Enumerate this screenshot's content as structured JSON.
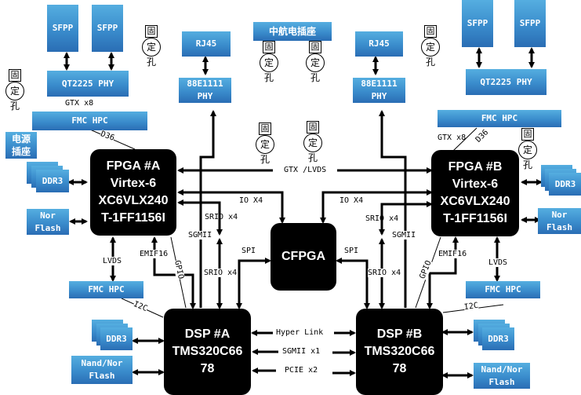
{
  "diagram": {
    "chips": {
      "fpga_a": [
        "FPGA #A",
        "Virtex-6",
        "XC6VLX240",
        "T-1FF1156I"
      ],
      "fpga_b": [
        "FPGA #B",
        "Virtex-6",
        "XC6VLX240",
        "T-1FF1156I"
      ],
      "cfpga": [
        "CFPGA"
      ],
      "dsp_a": [
        "DSP #A",
        "TMS320C66",
        "78"
      ],
      "dsp_b": [
        "DSP #B",
        "TMS320C66",
        "78"
      ]
    },
    "boxes": {
      "sfpp": "SFPP",
      "qt2225": "QT2225 PHY",
      "rj45": "RJ45",
      "phy_88e1111_l1": "88E1111",
      "phy_88e1111_l2": "PHY",
      "aviation_connector": "中航电插座",
      "fmc_hpc": "FMC HPC",
      "power_socket_l1": "电源",
      "power_socket_l2": "插座",
      "ddr3": "DDR3",
      "nor_flash_l1": "Nor",
      "nor_flash_l2": "Flash",
      "nand_nor_flash_l1": "Nand/Nor",
      "nand_nor_flash_l2": "Flash"
    },
    "fixing_hole": {
      "c1": "固",
      "c2": "定",
      "c3": "孔"
    },
    "labels": {
      "gtx_x8": "GTX x8",
      "d36": "D36",
      "gtx_lvds": "GTX /LVDS",
      "io_x4": "IO X4",
      "srio_x4": "SRIO x4",
      "sgmii": "SGMII",
      "spi": "SPI",
      "emif16": "EMIF16",
      "gpio": "GPIO",
      "lvds": "LVDS",
      "i2c": "I2C",
      "hyper_link": "Hyper Link",
      "sgmii_x1": "SGMII x1",
      "pcie_x2": "PCIE x2"
    }
  }
}
